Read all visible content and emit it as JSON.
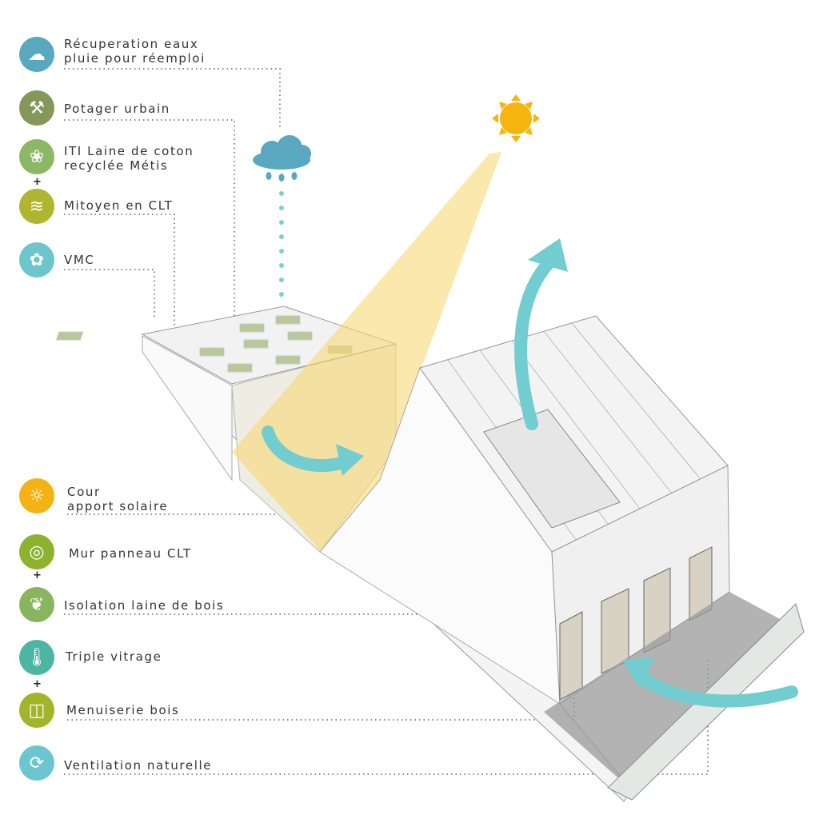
{
  "legend": [
    {
      "lines": [
        "Récuperation eaux",
        "pluie pour réemploi"
      ],
      "icon": "rain-cloud-icon",
      "color": "#5aa8c0"
    },
    {
      "lines": [
        "Potager urbain"
      ],
      "icon": "garden-tools-icon",
      "color": "#86975a"
    },
    {
      "lines": [
        "ITI Laine de coton",
        "recyclée Métis"
      ],
      "icon": "cotton-icon",
      "color": "#8cb865"
    },
    {
      "lines": [
        "Mitoyen en CLT"
      ],
      "icon": "clt-layers-icon",
      "color": "#b0b531"
    },
    {
      "lines": [
        "VMC"
      ],
      "icon": "fan-icon",
      "color": "#6cc6cc"
    },
    {
      "lines": [
        "Cour",
        "apport solaire"
      ],
      "icon": "sun-icon",
      "color": "#f5b214"
    },
    {
      "lines": [
        "Mur panneau CLT"
      ],
      "icon": "wood-rings-icon",
      "color": "#8cb22e"
    },
    {
      "lines": [
        "Isolation laine de bois"
      ],
      "icon": "leaf-icon",
      "color": "#8ab55f"
    },
    {
      "lines": [
        "Triple vitrage"
      ],
      "icon": "thermometer-icon",
      "color": "#4db6a3"
    },
    {
      "lines": [
        "Menuiserie bois"
      ],
      "icon": "window-icon",
      "color": "#a2b42a"
    },
    {
      "lines": [
        "Ventilation naturelle"
      ],
      "icon": "recycle-arrows-icon",
      "color": "#6cc6d0"
    }
  ],
  "plus_sign": "+",
  "colors": {
    "arrow": "#72cdd0",
    "sun": "#f6b40f",
    "light": "#f6d874",
    "rain": "#5aa8c0"
  }
}
